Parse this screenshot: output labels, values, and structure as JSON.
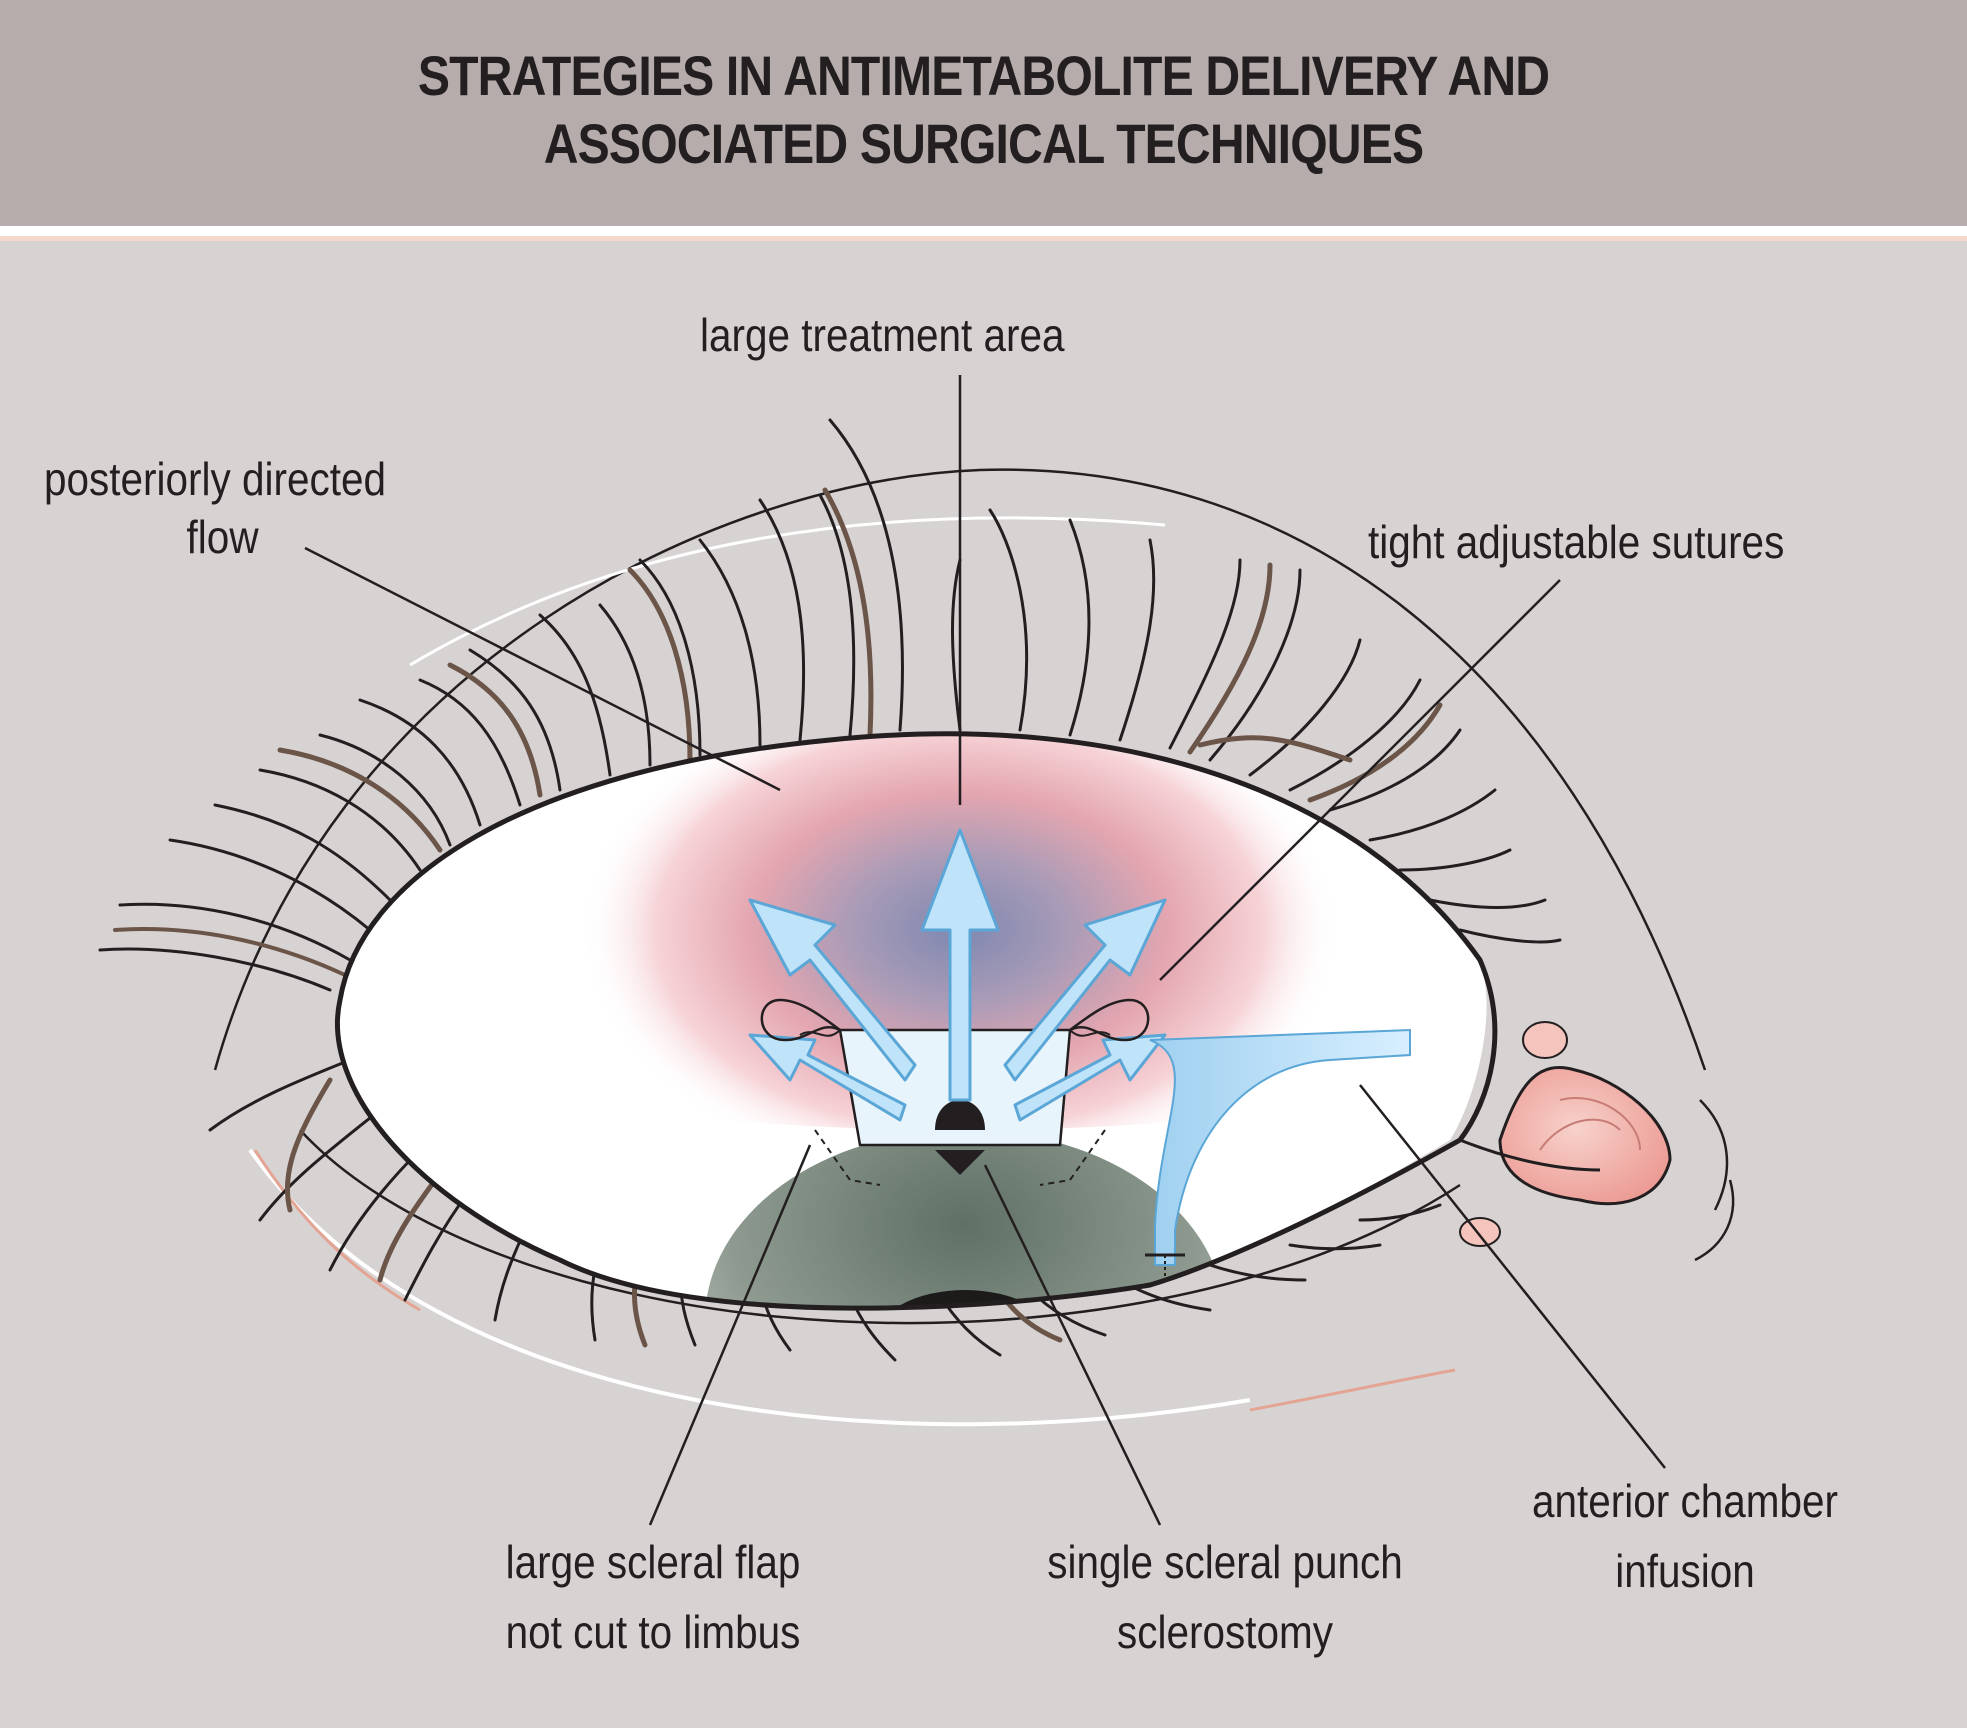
{
  "title": {
    "line1": "STRATEGIES IN ANTIMETABOLITE DELIVERY AND",
    "line2": "ASSOCIATED SURGICAL TECHNIQUES"
  },
  "labels": {
    "large_treatment_area": "large treatment area",
    "posteriorly_directed_flow": [
      "posteriorly directed",
      "flow"
    ],
    "tight_adjustable_sutures": "tight adjustable sutures",
    "large_scleral_flap": [
      "large scleral flap",
      "not cut to limbus"
    ],
    "single_scleral_punch": [
      "single scleral punch",
      "sclerostomy"
    ],
    "anterior_chamber_infusion": [
      "anterior chamber",
      "infusion"
    ]
  },
  "colors": {
    "header_bg": "#b6acab",
    "page_bg": "#d8d3d3",
    "arrow_fill": "#bfe3f8",
    "arrow_stroke": "#5aa6d6",
    "treatment_glow": "#f3b7bd",
    "lash_brown": "#6b5548",
    "ink": "#231f20"
  }
}
